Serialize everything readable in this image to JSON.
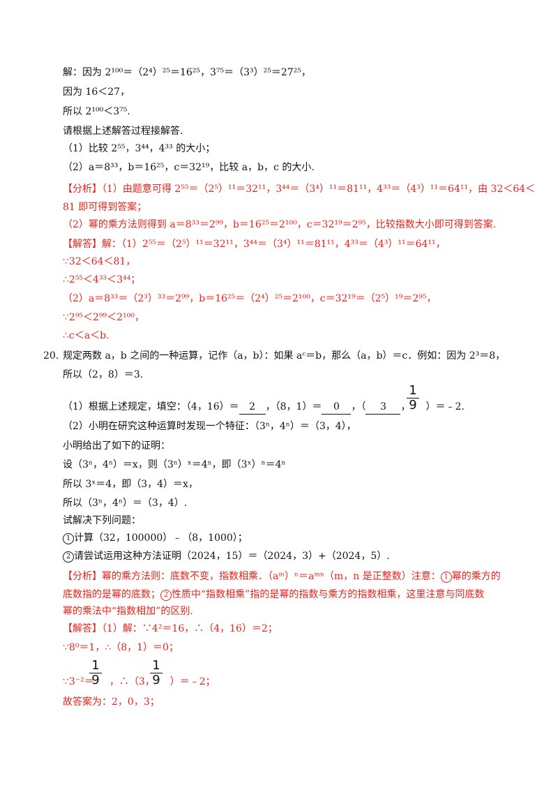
{
  "l1": "解：因为 2¹⁰⁰＝（2⁴）²⁵＝16²⁵，3⁷⁵＝（3³）²⁵＝27²⁵，",
  "l2": "因为 16＜27，",
  "l3": "所以 2¹⁰⁰＜3⁷⁵.",
  "l4": "请根据上述解答过程接解答.",
  "l5": "（1）比较 2⁵⁵，3⁴⁴，4³³ 的大小；",
  "l6": "（2）a＝8³³，b＝16²⁵，c＝32¹⁹，比较 a，b，c 的大小.",
  "l7": "【分析】（1）由题意可得 2⁵⁵＝（2⁵）¹¹＝32¹¹，3⁴⁴＝（3⁴）¹¹＝81¹¹，4³³＝（4³）¹¹＝64¹¹，由 32＜64＜",
  "l8": "81 即可得到答案；",
  "l9": "（2）幂的乘方法则得到 a＝8³³＝2⁹⁹，b＝16²⁵＝2¹⁰⁰，c＝32¹⁹＝2⁹⁵，比较指数大小即可得到答案.",
  "l10": "【解答】解：（1）2⁵⁵＝（2⁵）¹¹＝32¹¹，3⁴⁴＝（3⁴）¹¹＝81¹¹，4³³＝（4³）¹¹＝64¹¹，",
  "l11": "∵32＜64＜81，",
  "l12": "∴2⁵⁵＜4³³＜3⁴⁴；",
  "l13": "（2）a＝8³³＝（2³）³³＝2⁹⁹，b＝16²⁵＝（2⁴）²⁵＝2¹⁰⁰，c＝32¹⁹＝（2⁵）¹⁹＝2⁹⁵，",
  "l14": "∵2⁹⁵＜2⁹⁹＜2¹⁰⁰，",
  "l15": "∴c＜a＜b.",
  "q20_num": "20.",
  "l16": "规定两数 a，b 之间的一种运算，记作（a，b）：如果 aᶜ＝b，那么（a，b）＝c．例如：因为 2³＝8，",
  "l17": "所以（2，8）＝3.",
  "l18a": "（1）根据上述规定，填空：（4，16）＝",
  "blank1": "2",
  "l18b": "，（8，1）＝",
  "blank2": "0",
  "l18c": "，（",
  "blank3": "3",
  "l18d": "，",
  "l18e": "）＝﹣2.",
  "frac_num": "1",
  "frac_den": "9",
  "l19": "（2）小明在研究这种运算时发现一个特征：（3ⁿ，4ⁿ）＝（3，4），",
  "l20": "小明给出了如下的证明：",
  "l21": "设（3ⁿ，4ⁿ）＝x，则（3ⁿ）ˣ＝4ⁿ，即（3ˣ）ⁿ＝4ⁿ",
  "l22": "所以 3ˣ＝4，即（3，4）＝x，",
  "l23": "所以（3ⁿ，4ⁿ）＝（3，4）.",
  "l24": "试解决下列问题：",
  "c1": "1",
  "l25": "计算（32，100000）﹣（8，1000）；",
  "c2": "2",
  "l26": "请尝试运用这种方法证明（2024，15）＝（2024，3）+（2024，5）.",
  "l27a": "【分析】幂的乘方法则：底数不变，指数相乘．（aᵐ）ⁿ＝aᵐⁿ（m，n 是正整数）注意：",
  "l27b": "幂的乘方的",
  "l28a": "底数指的是幂的底数；",
  "l28b": "性质中“指数相乘”指的是幂的指数与乘方的指数相乘，这里注意与同底数",
  "l29": "幂的乘法中“指数相加”的区别.",
  "l30": "【解答】（1）解：∵4²＝16，∴（4，16）＝2；",
  "l31": "∵8⁰＝1，∴（8，1）＝0；",
  "l32a": "∵3⁻²＝",
  "l32b": "，∴（3，",
  "l32c": "）＝﹣2；",
  "l33": "故答案为：2，0，3；"
}
